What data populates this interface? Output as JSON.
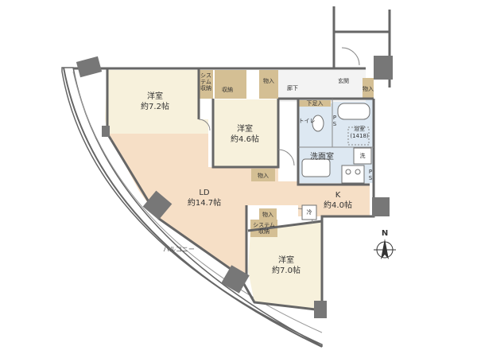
{
  "colors": {
    "bedroom_floor": "#f7f1dc",
    "living_floor": "#f6dfc6",
    "wet_floor": "#dde8f2",
    "storage_floor": "#d4bf94",
    "wall": "#666666",
    "pillar": "#777777",
    "balcony_line": "#666666"
  },
  "rooms": {
    "western1": {
      "name": "洋室",
      "size": "約7.2帖"
    },
    "western2": {
      "name": "洋室",
      "size": "約4.6帖"
    },
    "western3": {
      "name": "洋室",
      "size": "約7.0帖"
    },
    "ld": {
      "name": "LD",
      "size": "約14.7帖"
    },
    "kitchen": {
      "name": "K",
      "size": "約4.0帖"
    },
    "bath": {
      "name": "浴室",
      "size": "(1418)"
    },
    "washroom": {
      "name": "洗面室"
    },
    "toilet": {
      "name": "トイレ"
    }
  },
  "labels": {
    "system_storage_top": "シス\nテム\n収納",
    "storage_top": "収納",
    "closet_top": "物入",
    "hallway": "廊下",
    "entrance": "玄関",
    "closet_entrance": "物入",
    "shoe_closet": "下足入",
    "ps_toilet": "P\nS",
    "ps_kitchen": "P\nS",
    "wash": "洗",
    "closet_mid": "物入",
    "fridge": "冷",
    "closet_bottom": "物入",
    "system_storage_bottom": "システム\n収納",
    "balcony": "バルコニー",
    "north": "N"
  },
  "icons": {
    "compass": "north-arrow-icon",
    "bathtub": "bathtub-icon",
    "toilet": "toilet-icon",
    "sink": "washbasin-icon",
    "stove": "stove-icon"
  }
}
